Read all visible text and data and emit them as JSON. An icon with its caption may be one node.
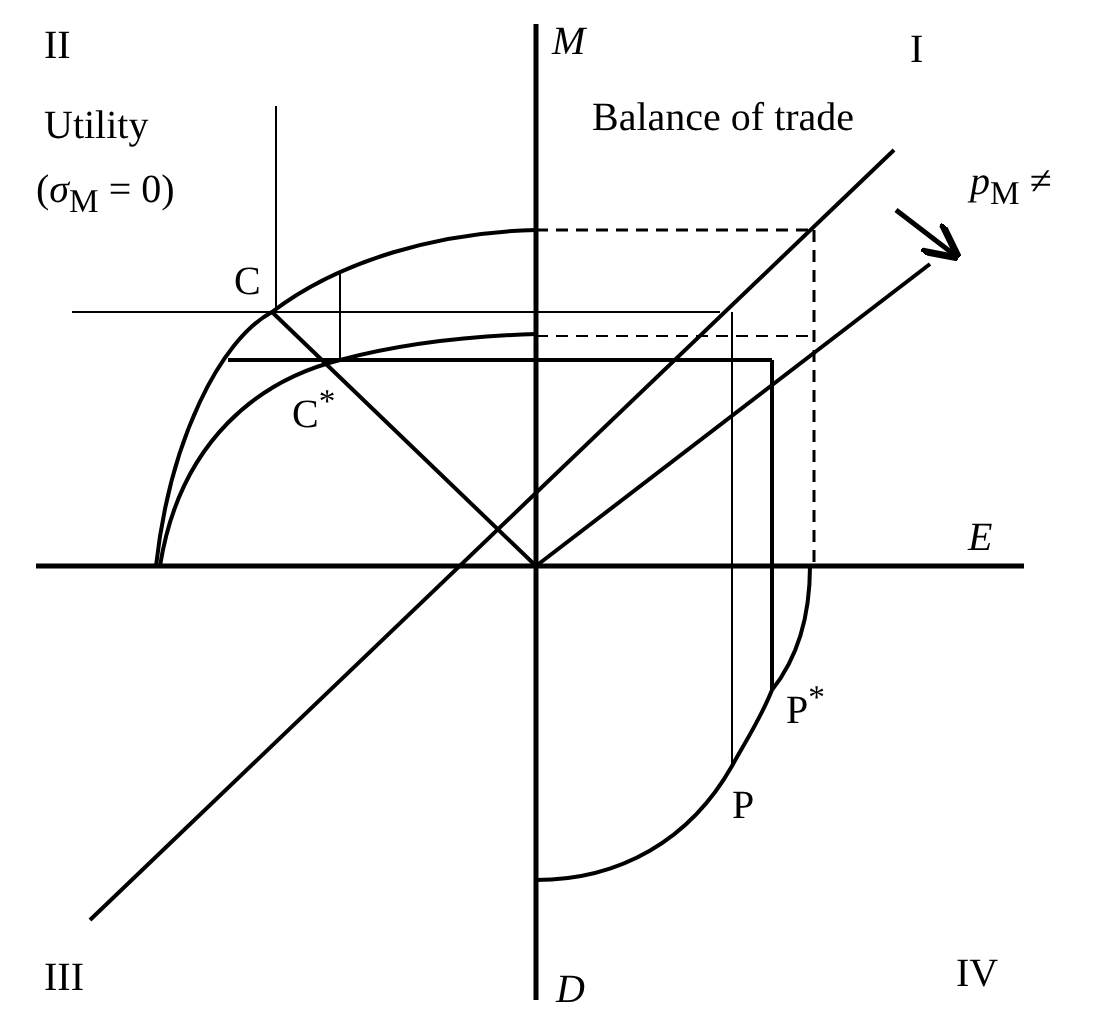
{
  "diagram": {
    "labels": [
      "II",
      "M",
      "I",
      "Utility",
      "Balance of trade",
      "(*σ*$_{M}$ = 0)",
      "*p*$_{M}$ ≠",
      "C",
      "C$^{*}$",
      "E",
      "P$^{*}$",
      "P",
      "III",
      "D",
      "IV"
    ]
  }
}
